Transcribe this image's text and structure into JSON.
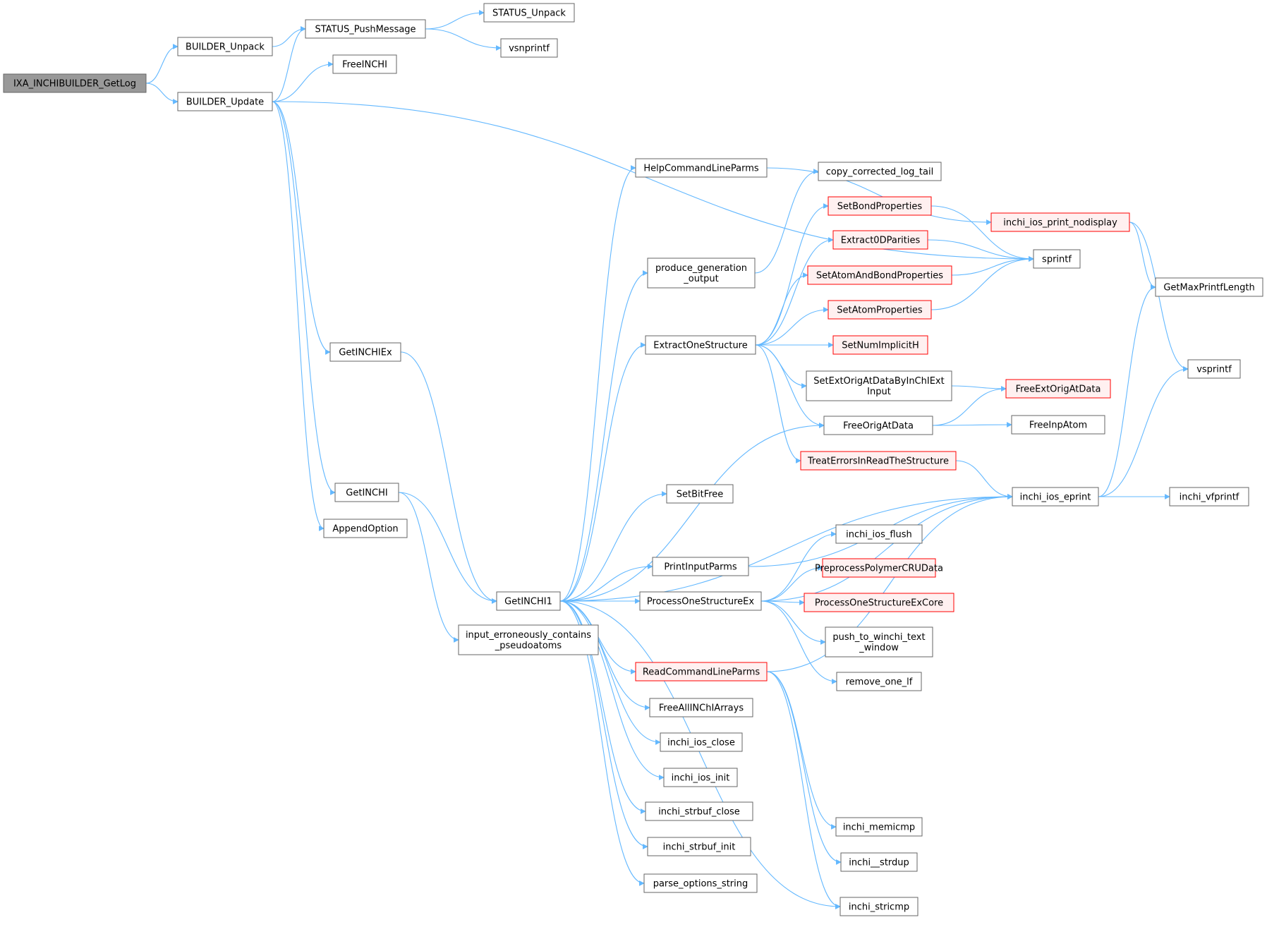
{
  "colors": {
    "edge": "#63b8ff",
    "node_border": "#666666",
    "node_fill": "#ffffff",
    "root_fill": "#999999",
    "root_border": "#666666",
    "red_border": "#ff0000",
    "red_fill": "#fff0f0"
  },
  "nodes": [
    {
      "id": "root",
      "lines": [
        "IXA_INCHIBUILDER_GetLog"
      ],
      "style": "root"
    },
    {
      "id": "builder_unpack",
      "lines": [
        "BUILDER_Unpack"
      ],
      "style": "normal"
    },
    {
      "id": "builder_update",
      "lines": [
        "BUILDER_Update"
      ],
      "style": "normal"
    },
    {
      "id": "status_push",
      "lines": [
        "STATUS_PushMessage"
      ],
      "style": "normal"
    },
    {
      "id": "status_unpack",
      "lines": [
        "STATUS_Unpack"
      ],
      "style": "normal"
    },
    {
      "id": "vsnprintf",
      "lines": [
        "vsnprintf"
      ],
      "style": "normal"
    },
    {
      "id": "freeinchi",
      "lines": [
        "FreeINCHI"
      ],
      "style": "normal"
    },
    {
      "id": "getinchiex",
      "lines": [
        "GetINCHIEx"
      ],
      "style": "normal"
    },
    {
      "id": "getinchi",
      "lines": [
        "GetINCHI"
      ],
      "style": "normal"
    },
    {
      "id": "appendoption",
      "lines": [
        "AppendOption"
      ],
      "style": "normal"
    },
    {
      "id": "getinchi1",
      "lines": [
        "GetINCHI1"
      ],
      "style": "normal"
    },
    {
      "id": "input_err",
      "lines": [
        "input_erroneously_contains",
        "_pseudoatoms"
      ],
      "style": "normal"
    },
    {
      "id": "helpcmd",
      "lines": [
        "HelpCommandLineParms"
      ],
      "style": "normal"
    },
    {
      "id": "produce_gen",
      "lines": [
        "produce_generation",
        "_output"
      ],
      "style": "normal"
    },
    {
      "id": "extract_one",
      "lines": [
        "ExtractOneStructure"
      ],
      "style": "normal"
    },
    {
      "id": "setbitfree",
      "lines": [
        "SetBitFree"
      ],
      "style": "normal"
    },
    {
      "id": "printinput",
      "lines": [
        "PrintInputParms"
      ],
      "style": "normal"
    },
    {
      "id": "process_one",
      "lines": [
        "ProcessOneStructureEx"
      ],
      "style": "normal"
    },
    {
      "id": "readcmd",
      "lines": [
        "ReadCommandLineParms"
      ],
      "style": "red"
    },
    {
      "id": "freeall",
      "lines": [
        "FreeAllINChIArrays"
      ],
      "style": "normal"
    },
    {
      "id": "ios_close",
      "lines": [
        "inchi_ios_close"
      ],
      "style": "normal"
    },
    {
      "id": "ios_init",
      "lines": [
        "inchi_ios_init"
      ],
      "style": "normal"
    },
    {
      "id": "strbuf_close",
      "lines": [
        "inchi_strbuf_close"
      ],
      "style": "normal"
    },
    {
      "id": "strbuf_init",
      "lines": [
        "inchi_strbuf_init"
      ],
      "style": "normal"
    },
    {
      "id": "parse_opts",
      "lines": [
        "parse_options_string"
      ],
      "style": "normal"
    },
    {
      "id": "copy_log",
      "lines": [
        "copy_corrected_log_tail"
      ],
      "style": "normal"
    },
    {
      "id": "setbond",
      "lines": [
        "SetBondProperties"
      ],
      "style": "red"
    },
    {
      "id": "extract0d",
      "lines": [
        "Extract0DParities"
      ],
      "style": "red"
    },
    {
      "id": "setatombond",
      "lines": [
        "SetAtomAndBondProperties"
      ],
      "style": "red"
    },
    {
      "id": "setatom",
      "lines": [
        "SetAtomProperties"
      ],
      "style": "red"
    },
    {
      "id": "setnumimp",
      "lines": [
        "SetNumImplicitH"
      ],
      "style": "red"
    },
    {
      "id": "setextorig",
      "lines": [
        "SetExtOrigAtDataByInChIExt",
        "Input"
      ],
      "style": "normal"
    },
    {
      "id": "freeorig",
      "lines": [
        "FreeOrigAtData"
      ],
      "style": "normal"
    },
    {
      "id": "treaterr",
      "lines": [
        "TreatErrorsInReadTheStructure"
      ],
      "style": "red"
    },
    {
      "id": "ios_flush",
      "lines": [
        "inchi_ios_flush"
      ],
      "style": "normal"
    },
    {
      "id": "preprocess",
      "lines": [
        "PreprocessPolymerCRUData"
      ],
      "style": "red"
    },
    {
      "id": "process_core",
      "lines": [
        "ProcessOneStructureExCore"
      ],
      "style": "red"
    },
    {
      "id": "push_winchi",
      "lines": [
        "push_to_winchi_text",
        "_window"
      ],
      "style": "normal"
    },
    {
      "id": "remove_lf",
      "lines": [
        "remove_one_lf"
      ],
      "style": "normal"
    },
    {
      "id": "memicmp",
      "lines": [
        "inchi_memicmp"
      ],
      "style": "normal"
    },
    {
      "id": "strdup",
      "lines": [
        "inchi__strdup"
      ],
      "style": "normal"
    },
    {
      "id": "stricmp",
      "lines": [
        "inchi_stricmp"
      ],
      "style": "normal"
    },
    {
      "id": "nodisplay",
      "lines": [
        "inchi_ios_print_nodisplay"
      ],
      "style": "red"
    },
    {
      "id": "sprintf",
      "lines": [
        "sprintf"
      ],
      "style": "normal"
    },
    {
      "id": "freeextorig",
      "lines": [
        "FreeExtOrigAtData"
      ],
      "style": "red"
    },
    {
      "id": "freeinp",
      "lines": [
        "FreeInpAtom"
      ],
      "style": "normal"
    },
    {
      "id": "eprint",
      "lines": [
        "inchi_ios_eprint"
      ],
      "style": "normal"
    },
    {
      "id": "getmaxprintf",
      "lines": [
        "GetMaxPrintfLength"
      ],
      "style": "normal"
    },
    {
      "id": "vsprintf",
      "lines": [
        "vsprintf"
      ],
      "style": "normal"
    },
    {
      "id": "vfprintf",
      "lines": [
        "inchi_vfprintf"
      ],
      "style": "normal"
    }
  ],
  "edges": [
    [
      "root",
      "builder_unpack"
    ],
    [
      "root",
      "builder_update"
    ],
    [
      "builder_unpack",
      "status_push"
    ],
    [
      "builder_update",
      "status_push"
    ],
    [
      "status_push",
      "status_unpack"
    ],
    [
      "status_push",
      "vsnprintf"
    ],
    [
      "builder_update",
      "freeinchi"
    ],
    [
      "builder_update",
      "sprintf"
    ],
    [
      "builder_update",
      "getinchiex"
    ],
    [
      "builder_update",
      "getinchi"
    ],
    [
      "builder_update",
      "appendoption"
    ],
    [
      "getinchiex",
      "getinchi1"
    ],
    [
      "getinchi",
      "getinchi1"
    ],
    [
      "getinchi",
      "input_err"
    ],
    [
      "getinchi1",
      "helpcmd"
    ],
    [
      "getinchi1",
      "produce_gen"
    ],
    [
      "getinchi1",
      "extract_one"
    ],
    [
      "getinchi1",
      "setbitfree"
    ],
    [
      "getinchi1",
      "freeorig"
    ],
    [
      "getinchi1",
      "printinput"
    ],
    [
      "getinchi1",
      "process_one"
    ],
    [
      "getinchi1",
      "eprint"
    ],
    [
      "getinchi1",
      "readcmd"
    ],
    [
      "getinchi1",
      "freeall"
    ],
    [
      "getinchi1",
      "ios_close"
    ],
    [
      "getinchi1",
      "ios_init"
    ],
    [
      "getinchi1",
      "strbuf_close"
    ],
    [
      "getinchi1",
      "strbuf_init"
    ],
    [
      "getinchi1",
      "parse_opts"
    ],
    [
      "getinchi1",
      "stricmp"
    ],
    [
      "helpcmd",
      "nodisplay"
    ],
    [
      "produce_gen",
      "copy_log"
    ],
    [
      "extract_one",
      "setbond"
    ],
    [
      "extract_one",
      "extract0d"
    ],
    [
      "extract_one",
      "setatombond"
    ],
    [
      "extract_one",
      "setatom"
    ],
    [
      "extract_one",
      "setnumimp"
    ],
    [
      "extract_one",
      "setextorig"
    ],
    [
      "extract_one",
      "freeorig"
    ],
    [
      "extract_one",
      "treaterr"
    ],
    [
      "setbond",
      "sprintf"
    ],
    [
      "extract0d",
      "sprintf"
    ],
    [
      "setatombond",
      "sprintf"
    ],
    [
      "setatom",
      "sprintf"
    ],
    [
      "setextorig",
      "freeextorig"
    ],
    [
      "freeorig",
      "freeextorig"
    ],
    [
      "freeorig",
      "freeinp"
    ],
    [
      "treaterr",
      "eprint"
    ],
    [
      "printinput",
      "eprint"
    ],
    [
      "process_one",
      "ios_flush"
    ],
    [
      "process_one",
      "preprocess"
    ],
    [
      "process_one",
      "process_core"
    ],
    [
      "process_one",
      "push_winchi"
    ],
    [
      "process_one",
      "remove_lf"
    ],
    [
      "process_one",
      "eprint"
    ],
    [
      "readcmd",
      "eprint"
    ],
    [
      "readcmd",
      "memicmp"
    ],
    [
      "readcmd",
      "strdup"
    ],
    [
      "readcmd",
      "stricmp"
    ],
    [
      "nodisplay",
      "getmaxprintf"
    ],
    [
      "nodisplay",
      "vsprintf"
    ],
    [
      "eprint",
      "getmaxprintf"
    ],
    [
      "eprint",
      "vsprintf"
    ],
    [
      "eprint",
      "vfprintf"
    ]
  ]
}
